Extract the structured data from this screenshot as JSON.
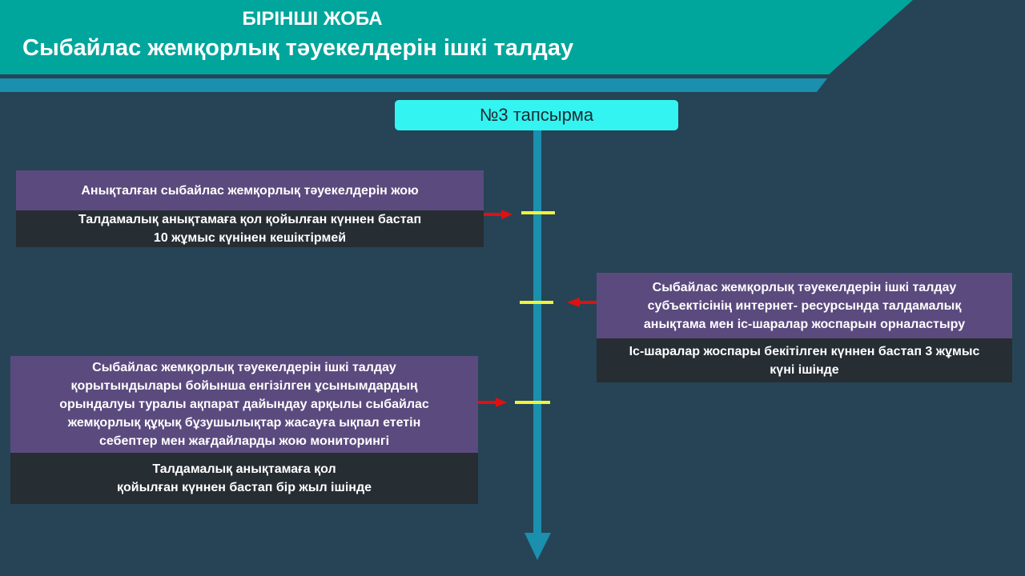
{
  "header": {
    "project_label": "БІРІНШІ ЖОБА",
    "title": "Сыбайлас жемқорлық тәуекелдерін ішкі талдау"
  },
  "task_label": "№3 тапсырма",
  "steps": [
    {
      "action": "Анықталған сыбайлас жемқорлық тәуекелдерін жою",
      "deadline": "Талдамалық анықтамаға қол қойылған күннен бастап\n10 жұмыс күнінен кешіктірмей"
    },
    {
      "action": "Сыбайлас    жемқорлық тәуекелдерін   ішкі   талдау\nсубъектісінің   интернет- ресурсында   талдамалық\nанықтама   мен   іс-шаралар жоспарын орналастыру",
      "deadline": "Іс-шаралар жоспары бекітілген күннен бастап 3 жұмыс\nкүні ішінде"
    },
    {
      "action": "Сыбайлас     жемқорлық тәуекелдерін  ішкі  талдау\nқорытындылары  бойынша енгізілген ұсынымдардың\nорындалуы туралы ақпарат дайындау    арқылы    сыбайлас\nжемқорлық     құқық бұзушылықтар  жасауға  ықпал  ететін\nсебептер  мен жағдайларды жою мониторингі",
      "deadline": "Талдамалық анықтамаға қол\nқойылған күннен бастап бір жыл ішінде"
    }
  ],
  "colors": {
    "teal": "#00a59c",
    "stripe": "#1b8fae",
    "purple": "#5b4a7e",
    "dark": "#262d33",
    "pill": "#33f4f0",
    "tick": "#f2f23a",
    "arrow": "#e01010"
  }
}
